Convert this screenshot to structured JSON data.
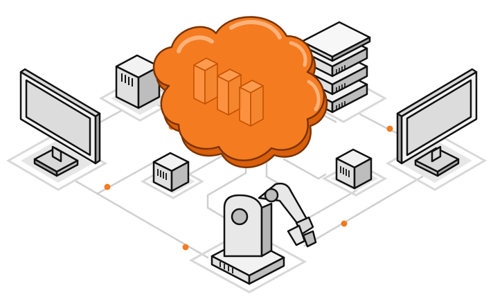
{
  "diagram": {
    "colors": {
      "accent": "#f47b20",
      "accent_light": "#ff9d4d",
      "accent_dark": "#d95f0b",
      "outline": "#111111",
      "device_light": "#f2f2f2",
      "device_mid": "#d9d9d9",
      "device_dark": "#a8a8a8",
      "platform": "#e6e6e6",
      "connector": "#cfcfcf"
    },
    "nodes": [
      {
        "id": "cloud",
        "icon": "cloud-with-containers-icon"
      },
      {
        "id": "server-rack",
        "icon": "server-rack-icon"
      },
      {
        "id": "monitor-left",
        "icon": "monitor-icon"
      },
      {
        "id": "monitor-right",
        "icon": "monitor-icon"
      },
      {
        "id": "gateway-box-top",
        "icon": "edge-device-icon"
      },
      {
        "id": "gateway-box-middle",
        "icon": "edge-device-icon"
      },
      {
        "id": "gateway-box-right",
        "icon": "edge-device-icon"
      },
      {
        "id": "robot-arm",
        "icon": "industrial-robot-arm-icon"
      }
    ],
    "connection_dot_count": 5
  }
}
